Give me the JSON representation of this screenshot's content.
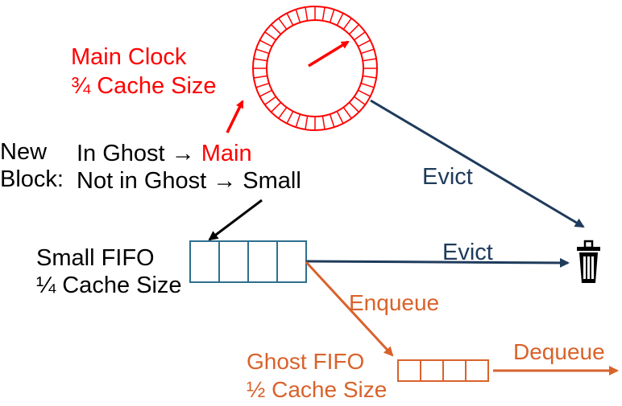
{
  "main_clock": {
    "label_line1": "Main Clock",
    "label_line2": "¾ Cache Size",
    "slots": 40
  },
  "new_block": {
    "label_line1": "New",
    "label_line2": "Block:",
    "rule1_prefix": "In Ghost → ",
    "rule1_target": "Main",
    "rule2": "Not in Ghost → Small"
  },
  "small_fifo": {
    "label_line1": "Small FIFO",
    "label_line2": "¼ Cache Size",
    "cells": 4
  },
  "ghost_fifo": {
    "label_line1": "Ghost FIFO",
    "label_line2": "½ Cache Size",
    "cells": 4
  },
  "edges": {
    "clock_evict": "Evict",
    "small_evict": "Evict",
    "enqueue": "Enqueue",
    "dequeue": "Dequeue"
  },
  "colors": {
    "red": "#ff0000",
    "navy": "#1f3b5c",
    "teal": "#2e6f8e",
    "orange": "#d9622b",
    "black": "#000000"
  },
  "icons": {
    "evict_target": "trash-icon"
  }
}
